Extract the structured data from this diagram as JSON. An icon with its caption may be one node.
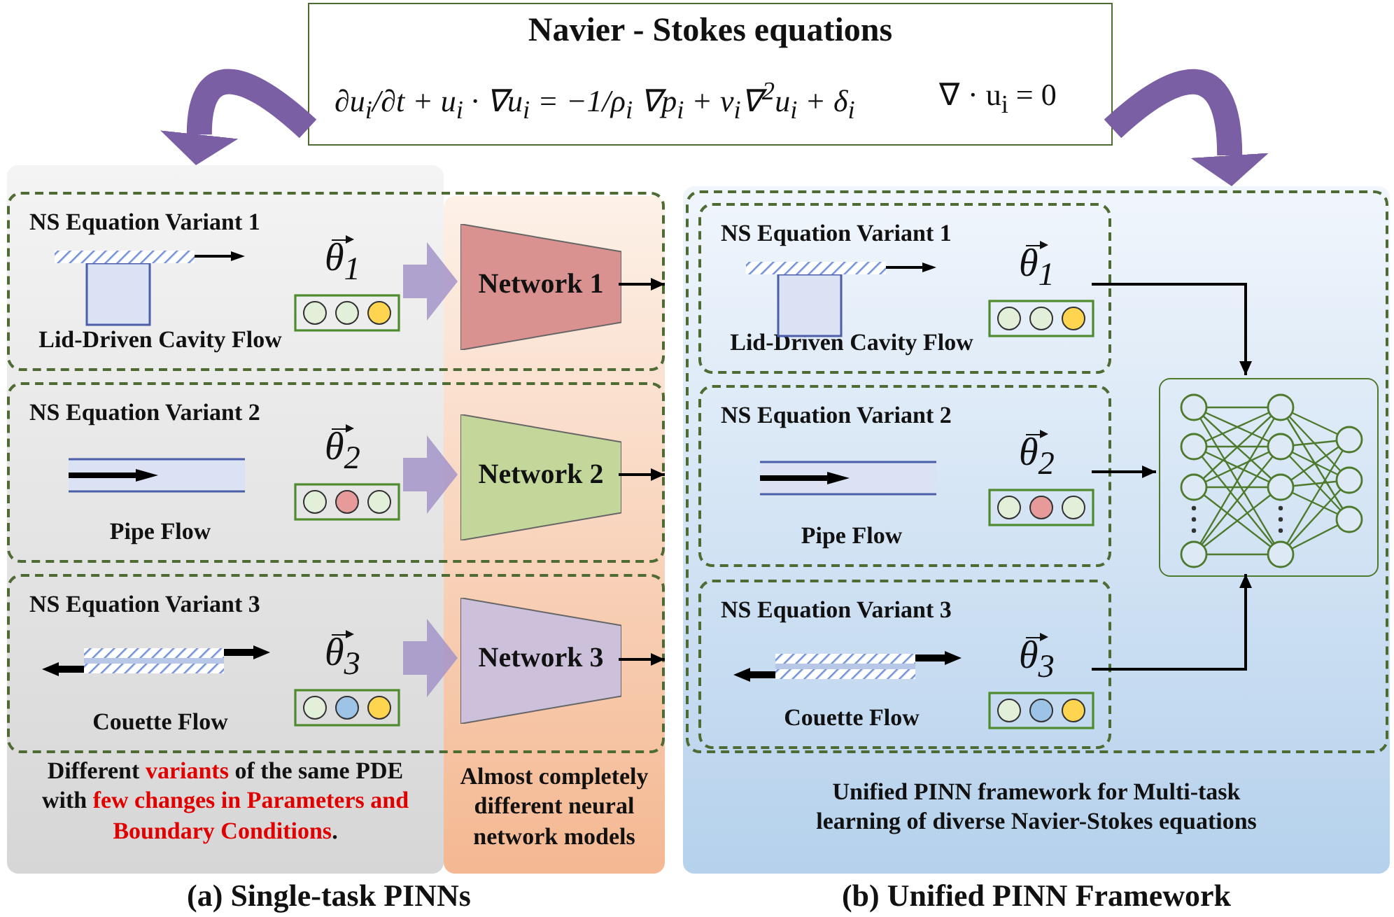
{
  "diagram": {
    "nodes": [
      {
        "text": [
          "Navier - Stokes equations",
          "∂u$_{i}$/∂t + u$_{i}$ · ∇u$_{i}$ = −1/ρ$_{i}$ ∇p$_{i}$ + v$_{i}$∇$^{2}$u$_{i}$ + δ$_{i}$",
          "∇ · u$_{i}$ = 0"
        ]
      },
      {
        "text": [
          "Different *variants* of the same PDE with *few changes in Parameters and Boundary Conditions*."
        ]
      },
      {
        "text": [
          "Almost completely different neural network models"
        ]
      },
      {
        "text": [
          "NS Equation Variant 1",
          "Lid-Driven Cavity Flow"
        ]
      },
      {
        "text": [
          "θ$_{1}$"
        ]
      },
      {
        "text": [
          "Network 1"
        ],
        "in": 3
      },
      {
        "text": [
          "NS Equation Variant 2",
          "Pipe Flow"
        ]
      },
      {
        "text": [
          "θ$_{2}$"
        ]
      },
      {
        "text": [
          "Network 2"
        ],
        "in": 6
      },
      {
        "text": [
          "NS Equation Variant 3",
          "Couette Flow"
        ]
      },
      {
        "text": [
          "θ$_{3}$"
        ]
      },
      {
        "text": [
          "Network 3"
        ],
        "in": 9
      },
      {
        "text": [
          "Unified PINN framework for Multi-task learning of diverse Navier-Stokes equations"
        ]
      },
      {
        "text": [],
        "shape": "box",
        "in": 12
      },
      {
        "text": [
          "NS Equation Variant 1",
          "Lid-Driven Cavity Flow"
        ],
        "in": 13
      },
      {
        "text": [
          "θ$_{1}$"
        ],
        "in": 14
      },
      {
        "text": [
          "NS Equation Variant 2",
          "Pipe Flow"
        ],
        "in": 13
      },
      {
        "text": [
          "θ$_{2}$"
        ],
        "in": 16
      },
      {
        "text": [
          "NS Equation Variant 3",
          "Couette Flow"
        ],
        "in": 13
      },
      {
        "text": [
          "θ$_{3}$"
        ],
        "in": 18
      },
      {
        "text": [],
        "shape": "box",
        "in": 13
      }
    ],
    "edges": [
      {
        "from": 0,
        "to": 1,
        "arrow": "to",
        "style": "thick",
        "color": "#7b5fa5"
      },
      {
        "from": 0,
        "to": 12,
        "arrow": "to",
        "style": "thick",
        "color": "#7b5fa5"
      },
      {
        "from": 4,
        "to": 5,
        "arrow": "to",
        "style": "thick",
        "color": "#a494c9"
      },
      {
        "from": 5,
        "to": 3,
        "arrow": "to"
      },
      {
        "from": 7,
        "to": 8,
        "arrow": "to",
        "style": "thick",
        "color": "#a494c9"
      },
      {
        "from": 8,
        "to": 6,
        "arrow": "to"
      },
      {
        "from": 10,
        "to": 11,
        "arrow": "to",
        "style": "thick",
        "color": "#a494c9"
      },
      {
        "from": 11,
        "to": 9,
        "arrow": "to"
      },
      {
        "from": 15,
        "to": 20,
        "arrow": "to"
      },
      {
        "from": 17,
        "to": 20,
        "arrow": "to"
      },
      {
        "from": 19,
        "to": 20,
        "arrow": "to"
      }
    ],
    "labels": [
      "(a) Single-task PINNs",
      "(b) Unified PINN Framework"
    ]
  }
}
